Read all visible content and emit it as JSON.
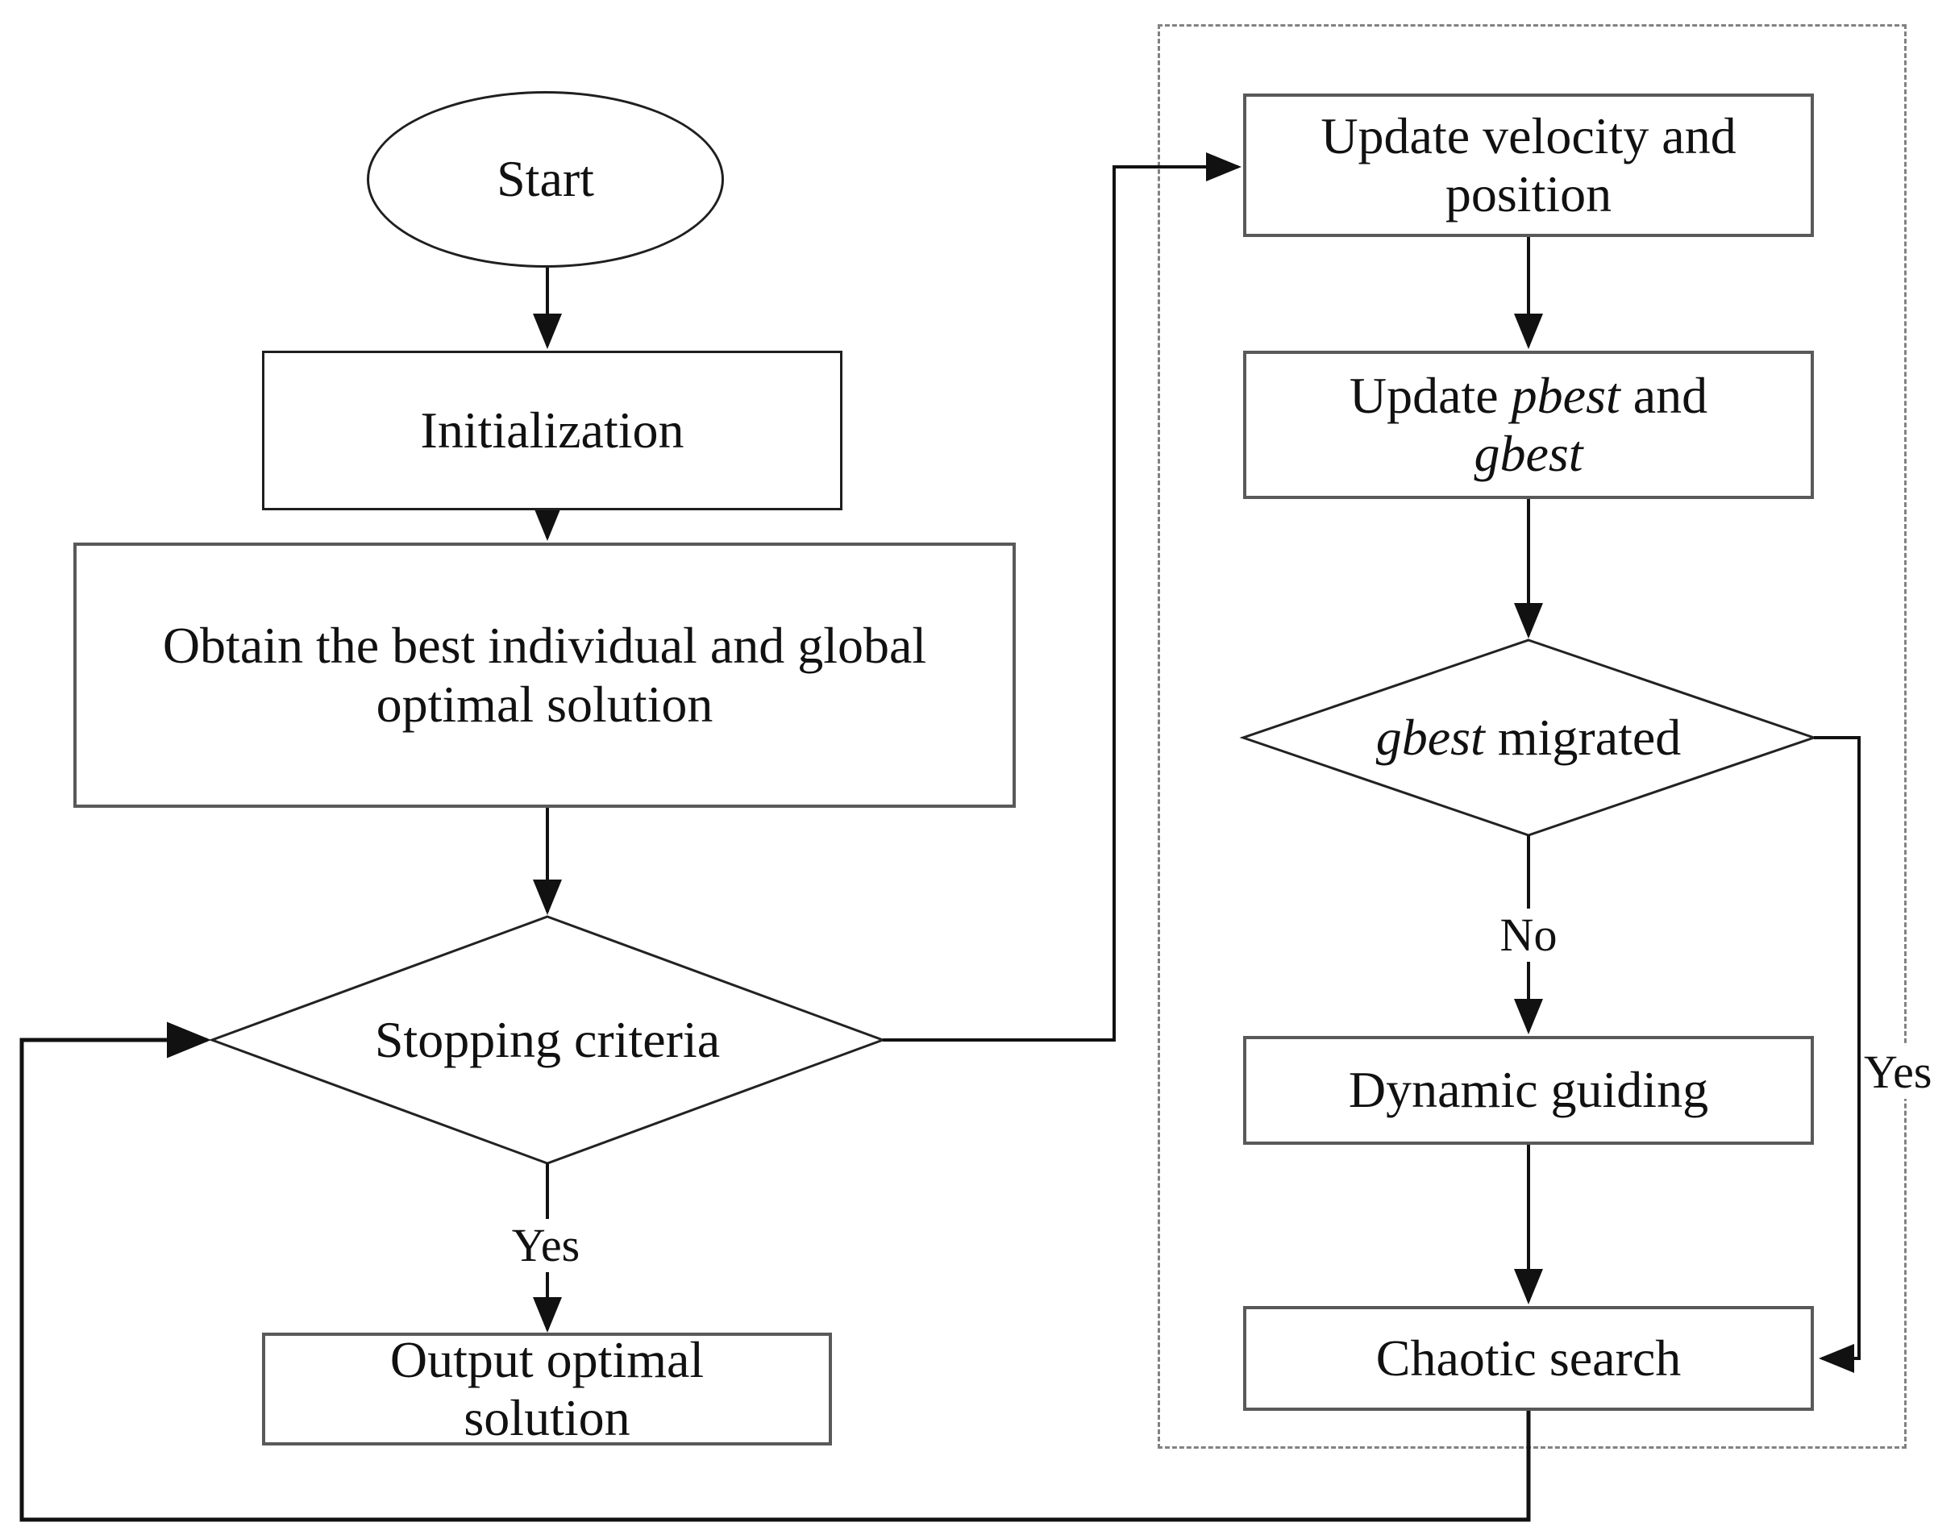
{
  "figure": {
    "type": "flowchart",
    "description": "Algorithm flowchart with a main loop and a dashed sub-process region",
    "accent_colors": {
      "line": "#111111",
      "box_border": "#595959",
      "dashed_border": "#828282",
      "background": "#ffffff"
    }
  },
  "nodes": {
    "start": {
      "shape": "ellipse",
      "text": "Start",
      "lines": [
        [
          {
            "t": "Start"
          }
        ]
      ]
    },
    "initialization": {
      "shape": "rect",
      "text": "Initialization",
      "lines": [
        [
          {
            "t": "Initialization"
          }
        ]
      ]
    },
    "obtain_best": {
      "shape": "rect",
      "text": "Obtain the best individual and global optimal solution",
      "lines": [
        [
          {
            "t": "Obtain the best individual and global"
          }
        ],
        [
          {
            "t": "optimal solution"
          }
        ]
      ]
    },
    "stopping_criteria": {
      "shape": "diamond",
      "text": "Stopping criteria",
      "lines": [
        [
          {
            "t": "Stopping criteria"
          }
        ]
      ]
    },
    "output_solution": {
      "shape": "rect",
      "text": "Output optimal solution",
      "lines": [
        [
          {
            "t": "Output optimal"
          }
        ],
        [
          {
            "t": "solution"
          }
        ]
      ]
    },
    "update_velocity": {
      "shape": "rect",
      "text": "Update velocity and position",
      "lines": [
        [
          {
            "t": "Update velocity and"
          }
        ],
        [
          {
            "t": "position"
          }
        ]
      ]
    },
    "update_pbest": {
      "shape": "rect",
      "text": "Update pbest and gbest",
      "lines": [
        [
          {
            "t": "Update "
          },
          {
            "t": "pbest",
            "i": true
          },
          {
            "t": " and"
          }
        ],
        [
          {
            "t": "gbest",
            "i": true
          }
        ]
      ]
    },
    "gbest_migrated": {
      "shape": "diamond",
      "text": "gbest migrated",
      "lines": [
        [
          {
            "t": "gbest",
            "i": true
          },
          {
            "t": " migrated"
          }
        ]
      ]
    },
    "dynamic_guiding": {
      "shape": "rect",
      "text": "Dynamic guiding",
      "lines": [
        [
          {
            "t": "Dynamic guiding"
          }
        ]
      ]
    },
    "chaotic_search": {
      "shape": "rect",
      "text": "Chaotic search",
      "lines": [
        [
          {
            "t": "Chaotic search"
          }
        ]
      ]
    }
  },
  "edges": [
    {
      "from": "start",
      "to": "initialization",
      "label": ""
    },
    {
      "from": "initialization",
      "to": "obtain_best",
      "label": ""
    },
    {
      "from": "obtain_best",
      "to": "stopping_criteria",
      "label": ""
    },
    {
      "from": "stopping_criteria",
      "to": "output_solution",
      "label": "Yes"
    },
    {
      "from": "stopping_criteria",
      "to": "update_velocity",
      "label": ""
    },
    {
      "from": "update_velocity",
      "to": "update_pbest",
      "label": ""
    },
    {
      "from": "update_pbest",
      "to": "gbest_migrated",
      "label": ""
    },
    {
      "from": "gbest_migrated",
      "to": "dynamic_guiding",
      "label": "No"
    },
    {
      "from": "dynamic_guiding",
      "to": "chaotic_search",
      "label": ""
    },
    {
      "from": "gbest_migrated",
      "to": "chaotic_search",
      "label": "Yes"
    },
    {
      "from": "chaotic_search",
      "to": "stopping_criteria",
      "label": ""
    }
  ]
}
